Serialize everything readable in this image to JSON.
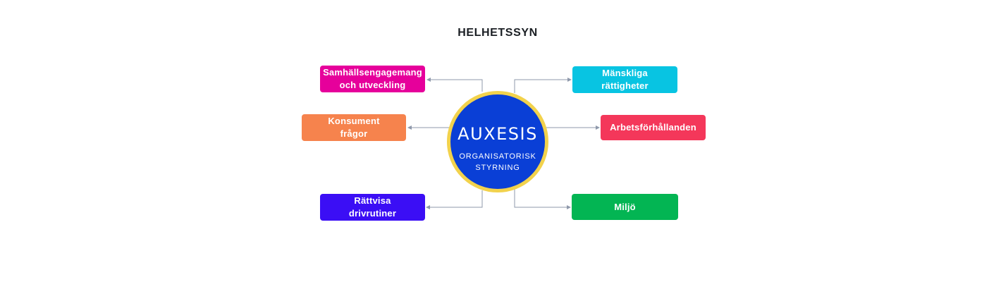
{
  "diagram": {
    "title": "HELHETSSYN",
    "hub": {
      "name": "AUXESIS",
      "subtitle": "ORGANISATORISK\nSTYRNING",
      "fill_color": "#0a3fd6",
      "ring_color": "#f2d24c"
    },
    "nodes": [
      {
        "id": "samhallsengagemang",
        "label": "Samhällsengagemang\noch utveckling",
        "color": "#e6009b"
      },
      {
        "id": "konsument",
        "label": "Konsument\nfrågor",
        "color": "#f6834d"
      },
      {
        "id": "rattvisa",
        "label": "Rättvisa\ndrivrutiner",
        "color": "#3b0ef5"
      },
      {
        "id": "manskliga",
        "label": "Mänskliga\nrättigheter",
        "color": "#08c4e2"
      },
      {
        "id": "arbetsforhallanden",
        "label": "Arbetsförhållanden",
        "color": "#f4375a"
      },
      {
        "id": "miljo",
        "label": "Miljö",
        "color": "#03b553"
      }
    ],
    "connector_color": "#8f99ab"
  }
}
